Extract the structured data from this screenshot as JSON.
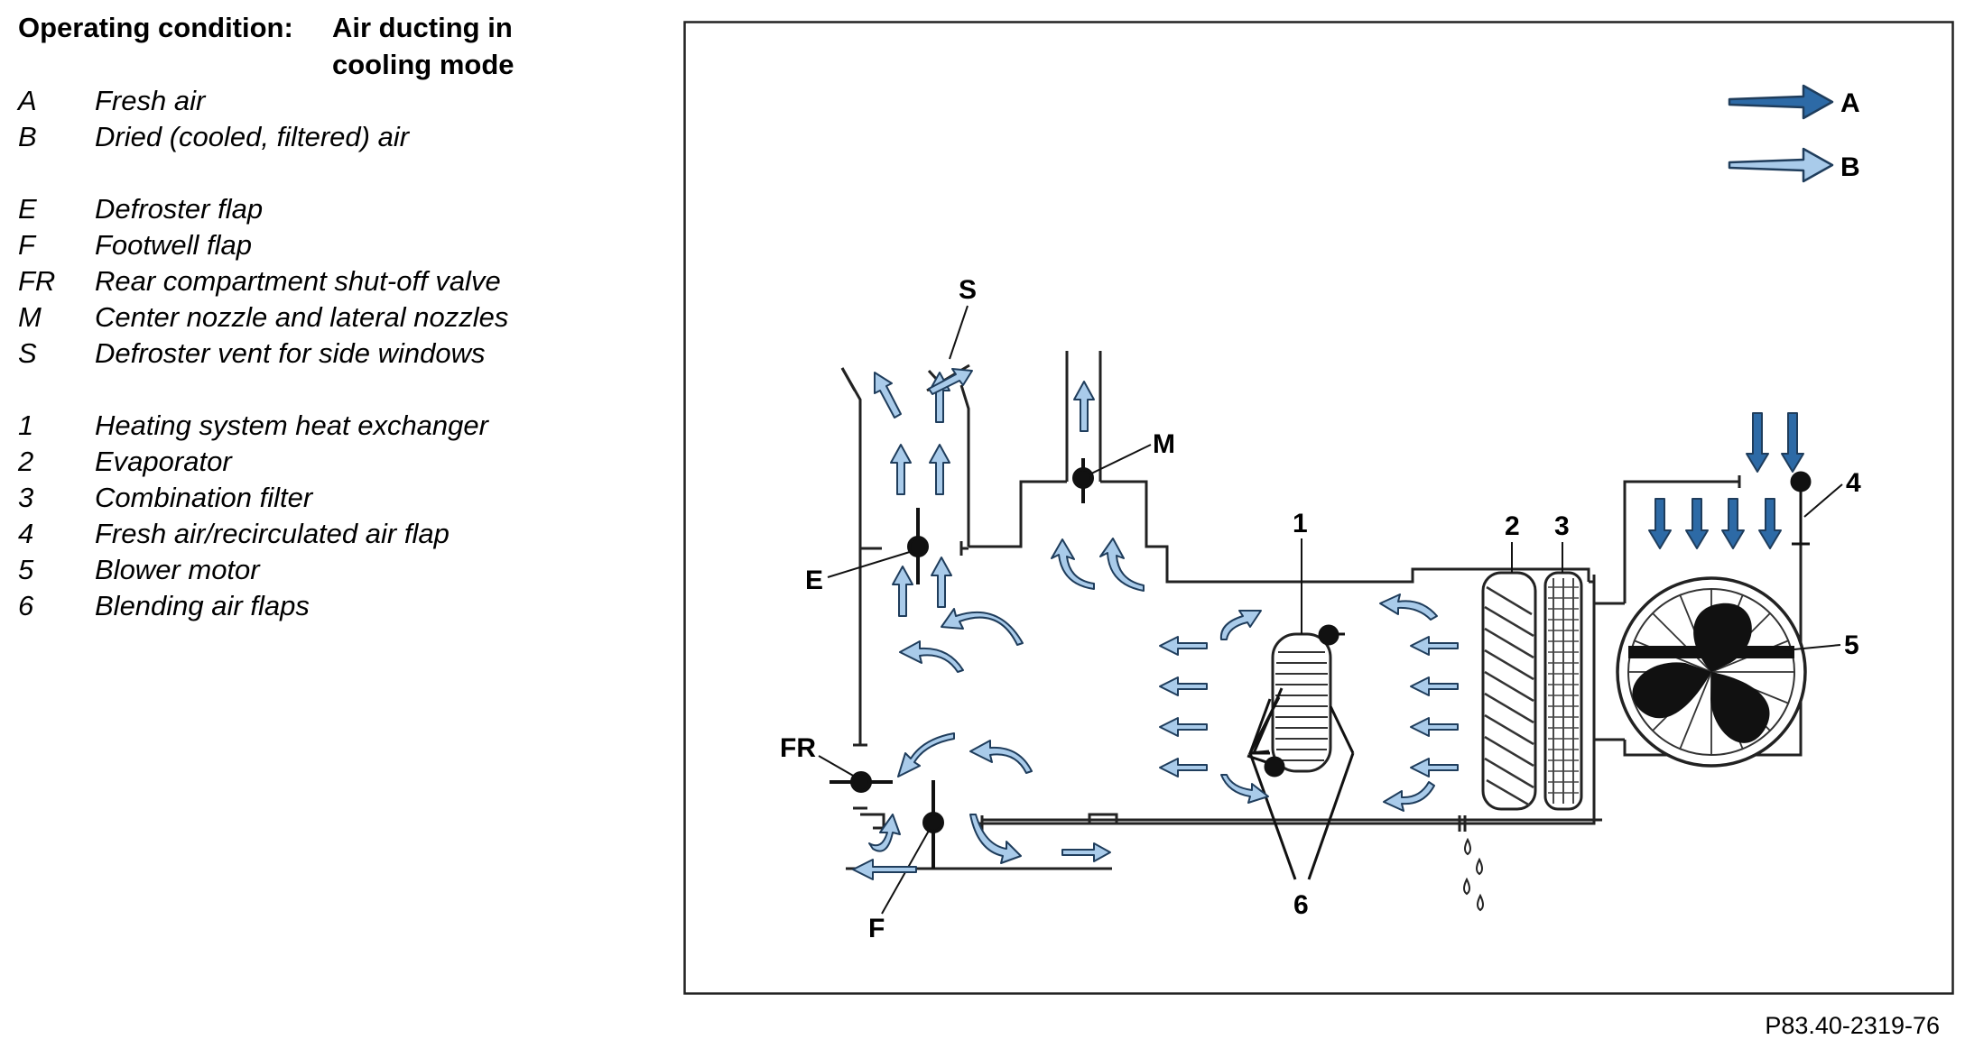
{
  "legend": {
    "condition_label": "Operating condition:",
    "condition_value_line1": "Air ducting in",
    "condition_value_line2": "cooling mode",
    "group1": [
      {
        "key": "A",
        "text": "Fresh air"
      },
      {
        "key": "B",
        "text": "Dried (cooled, filtered) air"
      }
    ],
    "group2": [
      {
        "key": "E",
        "text": "Defroster flap"
      },
      {
        "key": "F",
        "text": "Footwell flap"
      },
      {
        "key": "FR",
        "text": "Rear compartment shut-off valve"
      },
      {
        "key": "M",
        "text": "Center nozzle and lateral nozzles"
      },
      {
        "key": "S",
        "text": "Defroster vent for side windows"
      }
    ],
    "group3": [
      {
        "key": "1",
        "text": "Heating system heat exchanger"
      },
      {
        "key": "2",
        "text": "Evaporator"
      },
      {
        "key": "3",
        "text": "Combination filter"
      },
      {
        "key": "4",
        "text": "Fresh air/recirculated air flap"
      },
      {
        "key": "5",
        "text": "Blower motor"
      },
      {
        "key": "6",
        "text": "Blending air flaps"
      }
    ]
  },
  "diagram": {
    "labels": {
      "A": "A",
      "B": "B",
      "S": "S",
      "M": "M",
      "E": "E",
      "FR": "FR",
      "F": "F",
      "n1": "1",
      "n2": "2",
      "n3": "3",
      "n4": "4",
      "n5": "5",
      "n6": "6"
    },
    "colors": {
      "fresh_air": "#2d6aa6",
      "dried_air": "#a9cbea",
      "arrow_outline": "#1f3d5c"
    }
  },
  "figure_code": "P83.40-2319-76"
}
